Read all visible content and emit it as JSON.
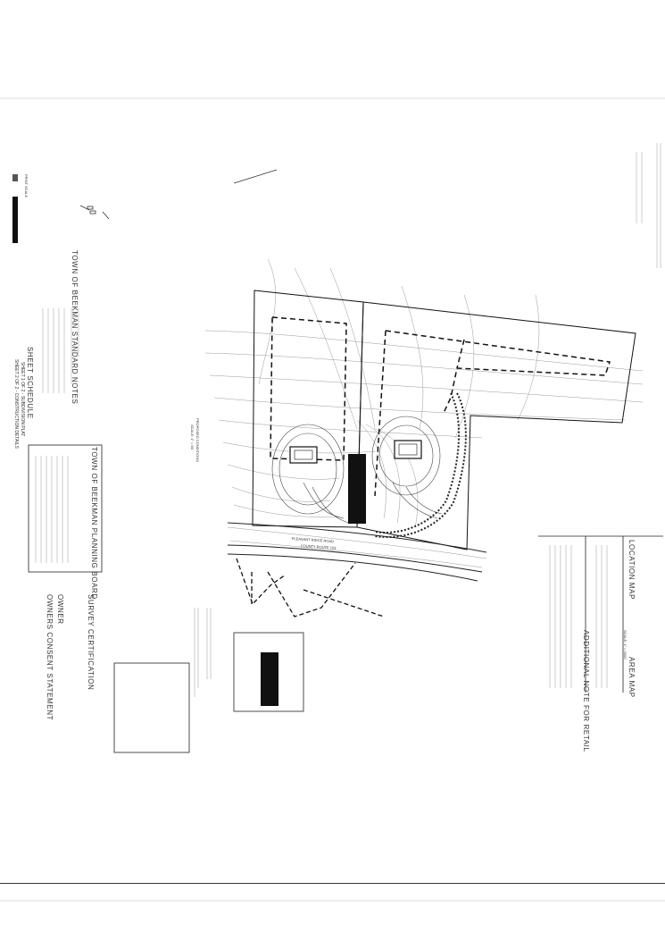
{
  "blocks": {
    "location_map": "LOCATION MAP",
    "area_map": "AREA MAP",
    "location_scale": "SCALE: 1\" = 2000'",
    "additional_note": "ADDITIONAL NOTE FOR RETAIL",
    "survey_certification": "SURVEY CERTIFICATION",
    "owner": "OWNER",
    "owners_consent": "OWNERS CONSENT STATEMENT",
    "planning_board": "TOWN OF BEEKMAN PLANNING BOARD",
    "standard_notes": "TOWN OF BEEKMAN STANDARD NOTES",
    "sheet_schedule": "SHEET SCHEDULE",
    "sheet_1": "SHEET 1 OF 2 - SUBDIVISION PLAT",
    "sheet_2": "SHEET 2 OF 2 - CONSTRUCTION DETAILS",
    "print_scale": "PRINT SCALE",
    "road_name": "PLEASANT RIDGE ROAD",
    "road_route": "COUNTY ROUTE 103",
    "proposed_conditions": "PROPOSED CONDITIONS",
    "proposed_scale": "SCALE: 1\" = 60'"
  }
}
